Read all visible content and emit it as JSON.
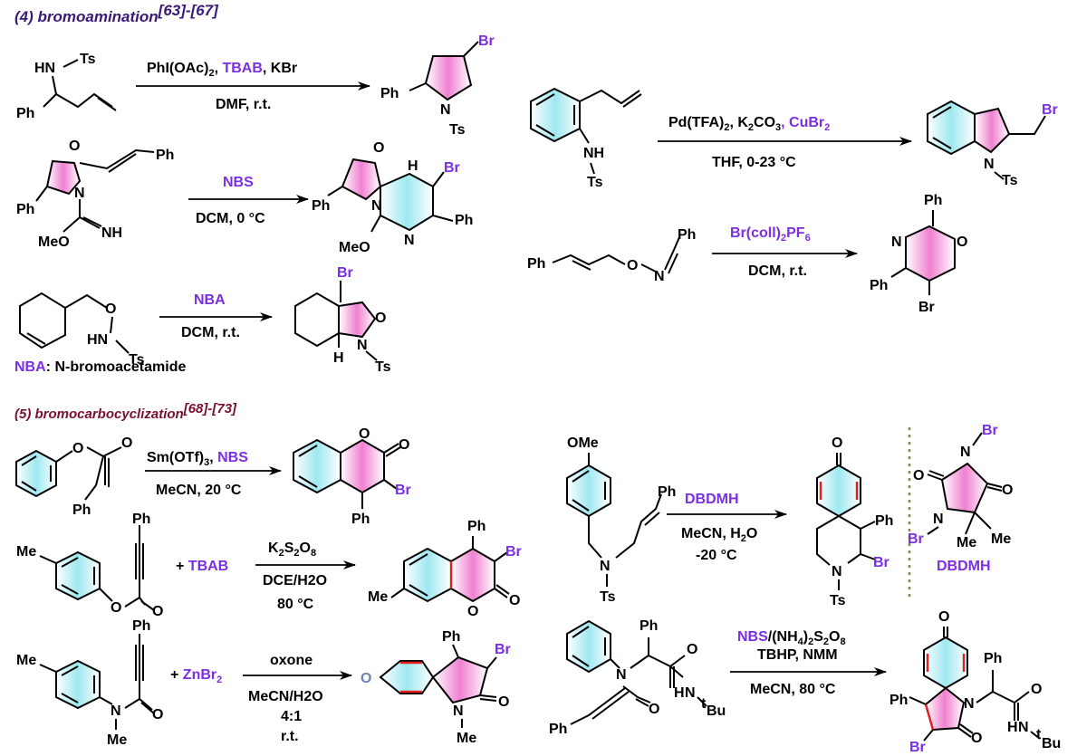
{
  "section4": {
    "title": "(4) bromoamination",
    "refs": "[63]-[67]",
    "reactions": [
      {
        "reagent_parts": [
          "PhI(OAc)",
          "2",
          ", ",
          "TBAB",
          ", KBr"
        ],
        "conditions": "DMF, r.t."
      },
      {
        "reagent": "NBS",
        "conditions": "DCM, 0 °C"
      },
      {
        "reagent": "NBA",
        "conditions": "DCM, r.t."
      },
      {
        "reagent_parts": [
          "Pd(TFA)",
          "2",
          ", K",
          "2",
          "CO",
          "3",
          ", CuBr",
          "2"
        ],
        "conditions": "THF, 0-23 °C"
      },
      {
        "reagent_parts": [
          "Br(coll)",
          "2",
          "PF",
          "6"
        ],
        "conditions": "DCM, r.t."
      }
    ],
    "footnote_key": "NBA",
    "footnote_text": ": N-bromoacetamide"
  },
  "section5": {
    "title": "(5) bromocarbocyclization",
    "refs": "[68]-[73]",
    "reactions": [
      {
        "reagent_parts": [
          "Sm(OTf)",
          "3",
          ", ",
          "NBS"
        ],
        "conditions": "MeCN, 20 °C"
      },
      {
        "additive": "TBAB",
        "reagent_parts": [
          "K",
          "2",
          "S",
          "2",
          "O",
          "8"
        ],
        "conditions": "DCE/H2O",
        "conditions2": "80 °C"
      },
      {
        "additive": "ZnBr2",
        "reagent": "oxone",
        "conditions": "MeCN/H2O",
        "conditions2": "4:1",
        "conditions3": "r.t."
      },
      {
        "reagent": "DBDMH",
        "conditions": "MeCN, H2O",
        "conditions2": "-20 °C"
      },
      {
        "reagent_parts": [
          "NBS",
          "/(NH",
          "4",
          ")",
          "2",
          "S",
          "2",
          "O",
          "8"
        ],
        "conditions": "TBHP, NMM",
        "conditions2": "MeCN, 80 °C"
      }
    ],
    "dbdmh_label": "DBDMH"
  },
  "atoms": {
    "Br": "Br",
    "Ph": "Ph",
    "N": "N",
    "O": "O",
    "H": "H",
    "Ts": "Ts",
    "NH": "NH",
    "HN": "HN",
    "MeO": "MeO",
    "Me": "Me",
    "OMe": "OMe",
    "tBu": "Bu",
    "t": "t"
  },
  "colors": {
    "purple": "#7b2fe0",
    "red_bond": "#e02020",
    "cyan_fill": "#9ee8f0",
    "pink_fill": "#f080d0",
    "divider": "#a07850"
  }
}
